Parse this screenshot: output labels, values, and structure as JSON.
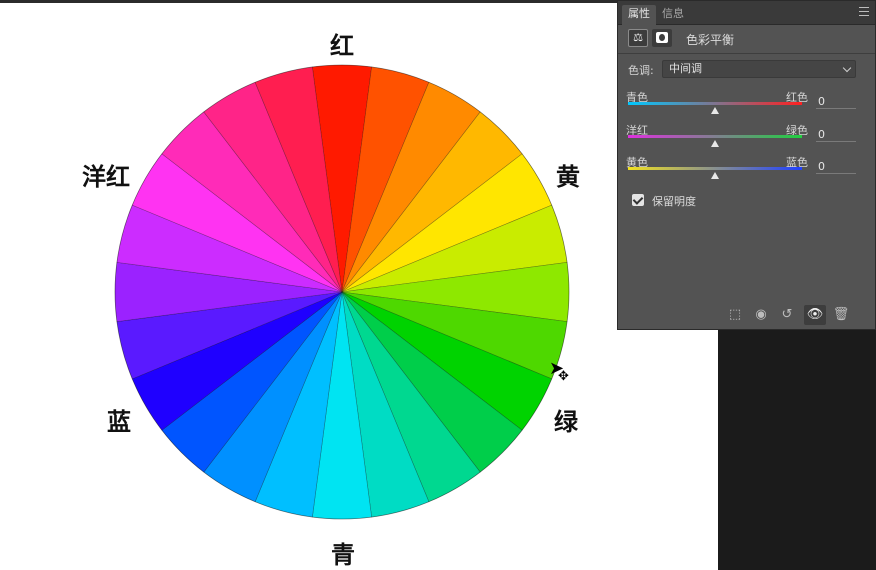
{
  "wheel": {
    "labels": {
      "red": "红",
      "yellow": "黄",
      "green": "绿",
      "cyan": "青",
      "blue": "蓝",
      "magenta": "洋红"
    },
    "segment_colors": [
      "#ff1a00",
      "#ff5200",
      "#ff8a00",
      "#ffb800",
      "#ffe600",
      "#c9ec00",
      "#8ee800",
      "#4ed800",
      "#00d300",
      "#00ce4a",
      "#00d890",
      "#00dcc4",
      "#00e4f2",
      "#00bfff",
      "#0090ff",
      "#0055ff",
      "#1f00ff",
      "#5a1aff",
      "#9b22ff",
      "#cc2cff",
      "#ff33f2",
      "#ff2bb8",
      "#ff2488",
      "#ff1e50"
    ]
  },
  "panel": {
    "tabs": [
      "属性",
      "信息"
    ],
    "adjustment_title": "色彩平衡",
    "tone_label": "色调:",
    "tone_value": "中间调",
    "sliders": [
      {
        "left": "青色",
        "right": "红色",
        "value": "0",
        "position": 0.5,
        "gradient": [
          "#00c8ff",
          "#ff2020"
        ]
      },
      {
        "left": "洋红",
        "right": "绿色",
        "value": "0",
        "position": 0.5,
        "gradient": [
          "#e030e0",
          "#20d040"
        ]
      },
      {
        "left": "黄色",
        "right": "蓝色",
        "value": "0",
        "position": 0.5,
        "gradient": [
          "#f0e020",
          "#2040ff"
        ]
      }
    ],
    "preserve_luminosity": "保留明度",
    "footer_icons": [
      "clip-to-layer-icon",
      "view-previous-icon",
      "reset-icon",
      "eye-icon",
      "trash-icon"
    ]
  },
  "icons": {
    "scale": "⚖",
    "menu": "hamburger-menu-icon"
  }
}
